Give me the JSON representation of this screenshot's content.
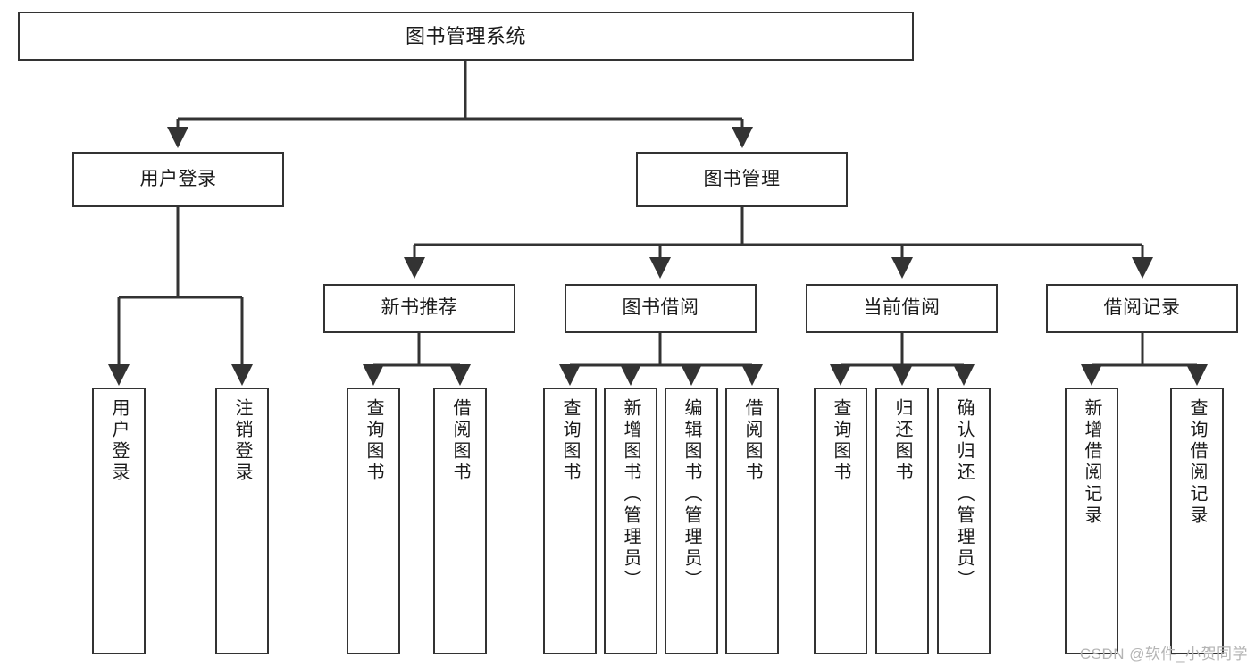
{
  "diagram": {
    "title": "图书管理系统",
    "watermark": "CSDN @软件_小贺同学",
    "colors": {
      "box_border": "#333333",
      "box_fill": "#ffffff",
      "connector": "#333333",
      "text": "#1b1b1b",
      "watermark": "#b4b4b4"
    },
    "levels": {
      "root": {
        "label": "图书管理系统"
      },
      "level2": [
        {
          "label": "用户登录"
        },
        {
          "label": "图书管理"
        }
      ],
      "level3": [
        {
          "label": "新书推荐"
        },
        {
          "label": "图书借阅"
        },
        {
          "label": "当前借阅"
        },
        {
          "label": "借阅记录"
        }
      ],
      "leaves_user_login": [
        {
          "label": "用户登录"
        },
        {
          "label": "注销登录"
        }
      ],
      "leaves_new_book": [
        {
          "label": "查询图书"
        },
        {
          "label": "借阅图书"
        }
      ],
      "leaves_book_borrow": [
        {
          "label": "查询图书"
        },
        {
          "label": "新增图书（管理员）"
        },
        {
          "label": "编辑图书（管理员）"
        },
        {
          "label": "借阅图书"
        }
      ],
      "leaves_current_borrow": [
        {
          "label": "查询图书"
        },
        {
          "label": "归还图书"
        },
        {
          "label": "确认归还（管理员）"
        }
      ],
      "leaves_borrow_record": [
        {
          "label": "新增借阅记录"
        },
        {
          "label": "查询借阅记录"
        }
      ]
    }
  }
}
